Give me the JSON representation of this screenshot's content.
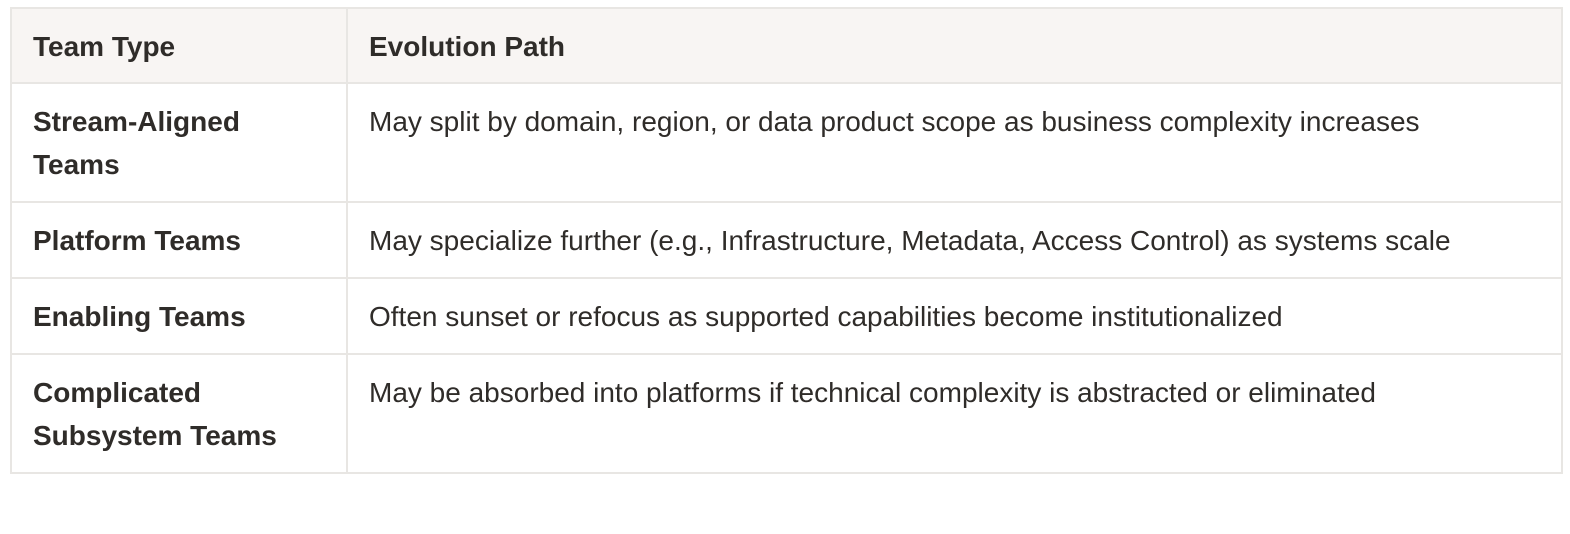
{
  "table": {
    "headers": [
      "Team Type",
      "Evolution Path"
    ],
    "rows": [
      {
        "team_type": "Stream-Aligned Teams",
        "evolution_path": "May split by domain, region, or data product scope as business complexity increases"
      },
      {
        "team_type": "Platform Teams",
        "evolution_path": "May specialize further (e.g., Infrastructure, Metadata, Access Control) as systems scale"
      },
      {
        "team_type": "Enabling Teams",
        "evolution_path": "Often sunset or refocus as supported capabilities become institutionalized"
      },
      {
        "team_type": "Complicated Subsystem Teams",
        "evolution_path": "May be absorbed into platforms if technical complexity is abstracted or eliminated"
      }
    ]
  },
  "colors": {
    "header_background": "#f8f5f3",
    "border": "#e8e6e3",
    "text": "#2f2c29"
  }
}
